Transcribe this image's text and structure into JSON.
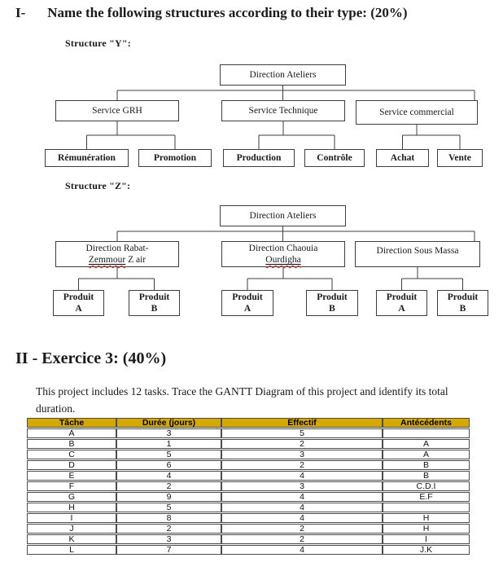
{
  "section1": {
    "numeral": "I-",
    "title": "Name the following structures according to their type: (20%)"
  },
  "structure_y": {
    "label": "Structure \"Y\":",
    "root": "Direction Ateliers",
    "nodes": {
      "grh": "Service GRH",
      "tech": "Service Technique",
      "comm": "Service commercial",
      "remuneration": "Rémunération",
      "promotion": "Promotion",
      "production": "Production",
      "controle": "Contrôle",
      "achat": "Achat",
      "vente": "Vente"
    }
  },
  "structure_z": {
    "label": "Structure \"Z\":",
    "root": "Direction Ateliers",
    "produit_word": "Produit",
    "leaf_letters": [
      "A",
      "B"
    ],
    "branches": {
      "rabat": {
        "line1": "Direction Rabat-",
        "marked": "Zemmour",
        "rest": " Z air"
      },
      "chaouia": {
        "line1": "Direction Chaouia",
        "marked": "Ourdigha",
        "rest": ""
      },
      "sous_massa": {
        "line1": "Direction Sous Massa"
      }
    }
  },
  "section2": {
    "title": "II - Exercice 3: (40%)",
    "paragraph": "This project includes 12 tasks. Trace the GANTT Diagram of this project and identify its total duration."
  },
  "table": {
    "header_bg": "#D5A800",
    "headers": [
      "Tâche",
      "Durée (jours)",
      "Effectif",
      "Antécédents"
    ],
    "rows": [
      [
        "A",
        "3",
        "5",
        ""
      ],
      [
        "B",
        "1",
        "2",
        "A"
      ],
      [
        "C",
        "5",
        "3",
        "A"
      ],
      [
        "D",
        "6",
        "2",
        "B"
      ],
      [
        "E",
        "4",
        "4",
        "B"
      ],
      [
        "F",
        "2",
        "3",
        "C.D.I"
      ],
      [
        "G",
        "9",
        "4",
        "E.F"
      ],
      [
        "H",
        "5",
        "4",
        ""
      ],
      [
        "I",
        "8",
        "4",
        "H"
      ],
      [
        "J",
        "2",
        "2",
        "H"
      ],
      [
        "K",
        "3",
        "2",
        "I"
      ],
      [
        "L",
        "7",
        "4",
        "J.K"
      ]
    ]
  }
}
